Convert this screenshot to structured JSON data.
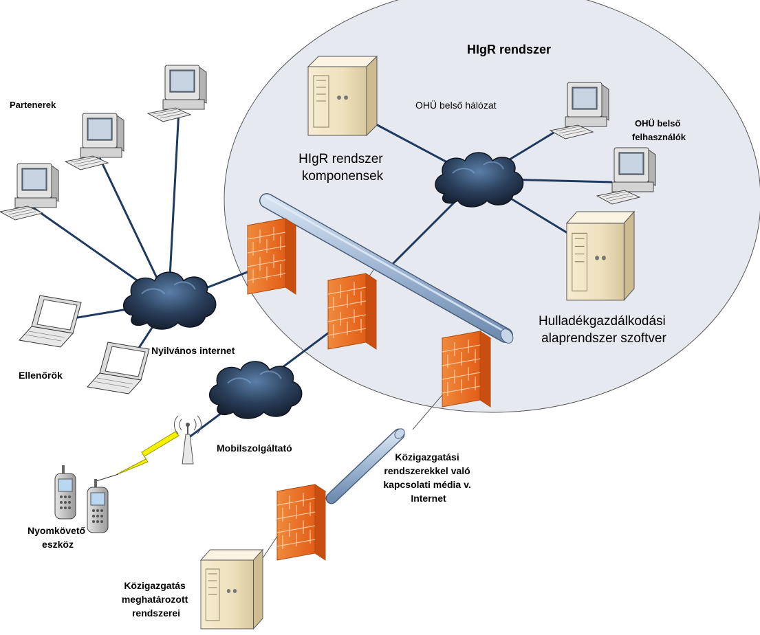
{
  "system": {
    "title": "HIgR rendszer"
  },
  "labels": {
    "partners": "Partenerek",
    "internal_network": "OHÜ belső hálózat",
    "internal_users": [
      "OHÜ belső",
      "felhasználók"
    ],
    "components": [
      "HIgR rendszer",
      "komponensek"
    ],
    "base_software": [
      "Hulladékgazdálkodási",
      "alaprendszer szoftver"
    ],
    "public_internet": "Nyilvános internet",
    "inspectors": "Ellenőrök",
    "mobile_provider": "Mobilszolgáltató",
    "tracking_devices": [
      "Nyomkövető",
      "eszköz"
    ],
    "connection_media": [
      "Közigazgatási",
      "rendszerekkel való",
      "kapcsolati média v.",
      "Internet"
    ],
    "gov_systems": [
      "Közigazgatás",
      "meghatározott",
      "rendszerei"
    ]
  },
  "colors": {
    "ellipse_fill": "#e6e9ef",
    "link_line": "#1f3a60",
    "firewall": "#e9691f",
    "pipe": "#9fb6d3",
    "cloud": "#1d2a3e"
  },
  "icons": [
    "server-icon",
    "cloud-icon",
    "firewall-icon",
    "desktop-computer-icon",
    "laptop-icon",
    "mobile-phone-icon",
    "antenna-icon",
    "lightning-icon",
    "backbone-pipe-icon"
  ]
}
